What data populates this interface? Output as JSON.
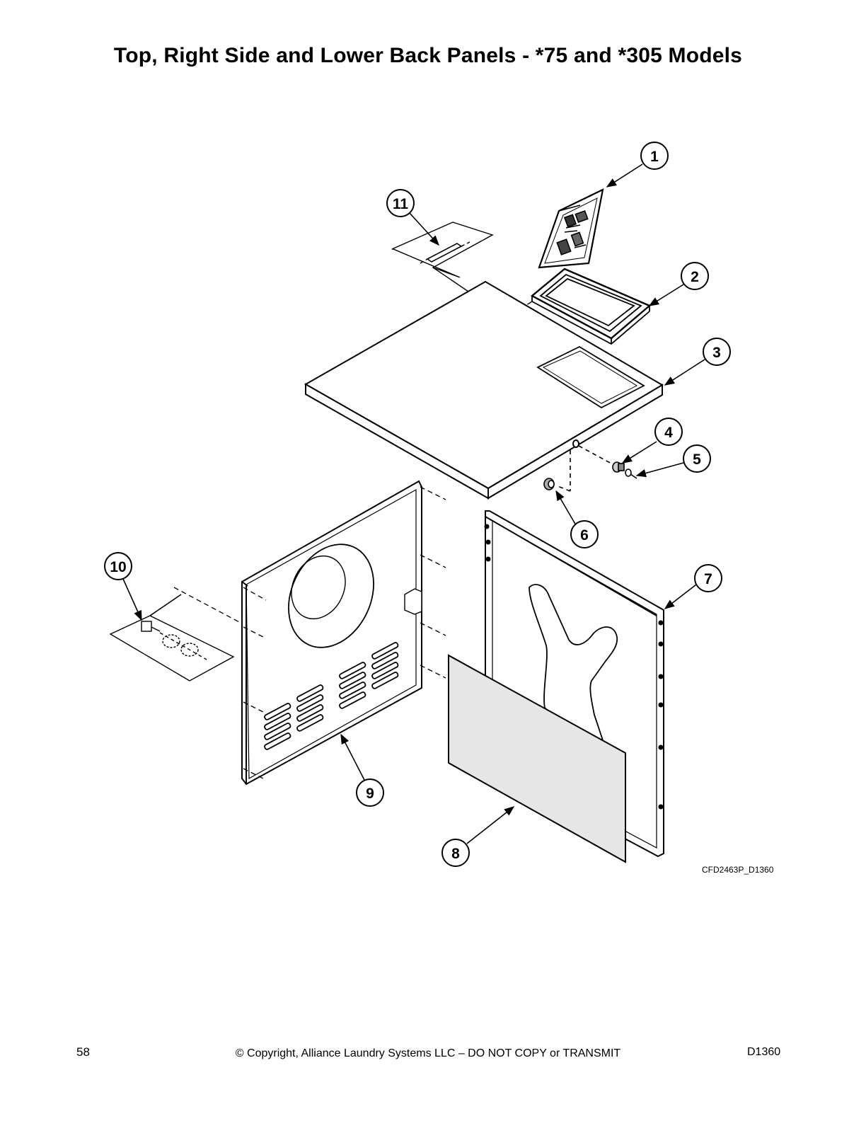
{
  "title": "Top, Right Side and Lower Back Panels - *75 and *305 Models",
  "callouts": [
    "1",
    "2",
    "3",
    "4",
    "5",
    "6",
    "7",
    "8",
    "9",
    "10",
    "11"
  ],
  "drawing_id": "CFD2463P_D1360",
  "footer": {
    "page_number": "58",
    "copyright": "© Copyright, Alliance Laundry Systems LLC – DO NOT COPY or TRANSMIT",
    "document_id": "D1360"
  },
  "colors": {
    "line": "#000000",
    "panel_fill": "#e6e6e6",
    "background": "#ffffff"
  }
}
